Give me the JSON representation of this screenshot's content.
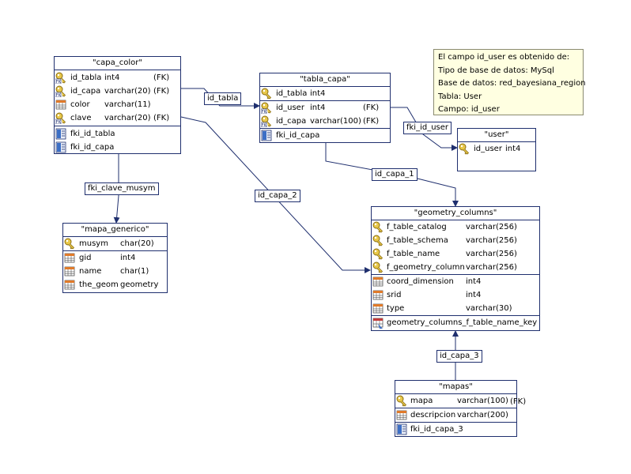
{
  "note": {
    "lines": [
      "El campo id_user es obtenido de:",
      "Tipo de base de datos: MySql",
      "Base de datos: red_bayesiana_region",
      "Tabla: User",
      "Campo: id_user"
    ]
  },
  "relations": {
    "id_tabla": "id_tabla",
    "fki_id_user": "fki_id_user",
    "id_capa_1": "id_capa_1",
    "id_capa_2": "id_capa_2",
    "fki_clave_musym": "fki_clave_musym",
    "id_capa_3": "id_capa_3"
  },
  "tables": {
    "capa_color": {
      "title": "\"capa_color\"",
      "columns": [
        {
          "name": "id_tabla",
          "type": "int4",
          "key": "(FK)",
          "icon": "key-fk-icon"
        },
        {
          "name": "id_capa",
          "type": "varchar(20)",
          "key": "(FK)",
          "icon": "key-fk-icon"
        },
        {
          "name": "color",
          "type": "varchar(11)",
          "key": "",
          "icon": "column-icon"
        },
        {
          "name": "clave",
          "type": "varchar(20)",
          "key": "(FK)",
          "icon": "key-fk-icon"
        }
      ],
      "indexes": [
        "fki_id_tabla",
        "fki_id_capa"
      ]
    },
    "tabla_capa": {
      "title": "\"tabla_capa\"",
      "columns": [
        {
          "name": "id_tabla",
          "type": "int4",
          "key": "",
          "icon": "key-icon"
        },
        {
          "name": "id_user",
          "type": "int4",
          "key": "(FK)",
          "icon": "key-fk-icon"
        },
        {
          "name": "id_capa",
          "type": "varchar(100)",
          "key": "(FK)",
          "icon": "key-fk-icon"
        }
      ],
      "indexes": [
        "fki_id_capa"
      ]
    },
    "user": {
      "title": "\"user\"",
      "columns": [
        {
          "name": "id_user",
          "type": "int4",
          "key": "",
          "icon": "key-icon"
        }
      ]
    },
    "mapa_generico": {
      "title": "\"mapa_generico\"",
      "columns": [
        {
          "name": "musym",
          "type": "char(20)",
          "icon": "key-icon"
        },
        {
          "name": "gid",
          "type": "int4",
          "icon": "column-icon"
        },
        {
          "name": "name",
          "type": "char(1)",
          "icon": "column-icon"
        },
        {
          "name": "the_geom",
          "type": "geometry",
          "icon": "column-icon"
        }
      ]
    },
    "geometry_columns": {
      "title": "\"geometry_columns\"",
      "columns": [
        {
          "name": "f_table_catalog",
          "type": "varchar(256)",
          "icon": "key-icon"
        },
        {
          "name": "f_table_schema",
          "type": "varchar(256)",
          "icon": "key-icon"
        },
        {
          "name": "f_table_name",
          "type": "varchar(256)",
          "icon": "key-icon"
        },
        {
          "name": "f_geometry_column",
          "type": "varchar(256)",
          "icon": "key-icon"
        },
        {
          "name": "coord_dimension",
          "type": "int4",
          "icon": "column-icon"
        },
        {
          "name": "srid",
          "type": "int4",
          "icon": "column-icon"
        },
        {
          "name": "type",
          "type": "varchar(30)",
          "icon": "column-icon"
        }
      ],
      "constraints": [
        "geometry_columns_f_table_name_key"
      ]
    },
    "mapas": {
      "title": "\"mapas\"",
      "columns": [
        {
          "name": "mapa",
          "type": "varchar(100)",
          "key": "(FK)",
          "icon": "key-icon"
        },
        {
          "name": "descripcion",
          "type": "varchar(200)",
          "key": "",
          "icon": "column-icon"
        }
      ],
      "indexes": [
        "fki_id_capa_3"
      ]
    }
  }
}
